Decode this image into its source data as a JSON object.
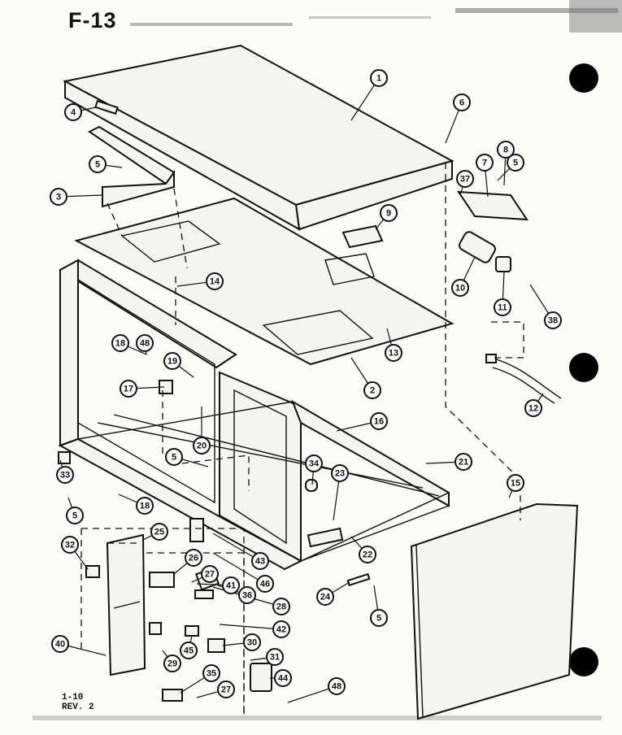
{
  "title": "F-13",
  "rev_line1": "1-10",
  "rev_line2": "REV. 2",
  "callouts": [
    "1",
    "2",
    "3",
    "4",
    "5",
    "5",
    "5",
    "5",
    "5",
    "6",
    "7",
    "8",
    "9",
    "10",
    "11",
    "12",
    "13",
    "14",
    "15",
    "16",
    "17",
    "18",
    "18",
    "19",
    "20",
    "21",
    "22",
    "23",
    "24",
    "25",
    "26",
    "27",
    "27",
    "28",
    "29",
    "30",
    "31",
    "32",
    "33",
    "34",
    "35",
    "36",
    "37",
    "38",
    "40",
    "41",
    "42",
    "43",
    "44",
    "45",
    "46",
    "48",
    "48"
  ]
}
